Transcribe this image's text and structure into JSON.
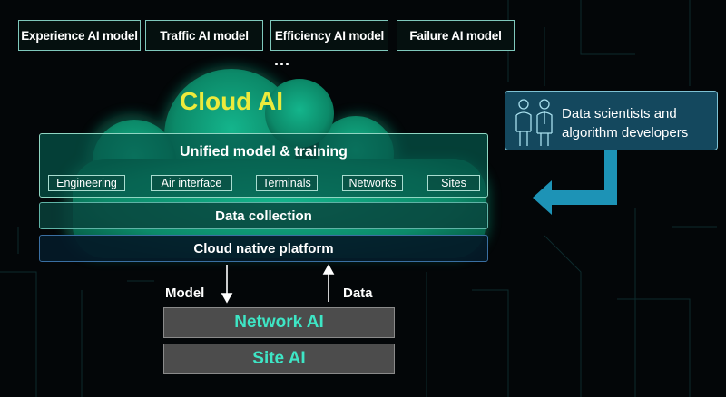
{
  "models": [
    {
      "label": "Experience AI model"
    },
    {
      "label": "Traffic AI model"
    },
    {
      "label": "Efficiency AI model"
    },
    {
      "label": "Failure AI model"
    }
  ],
  "models_more": "...",
  "cloud": {
    "title": "Cloud AI",
    "unified": {
      "title": "Unified model & training",
      "items": [
        {
          "label": "Engineering"
        },
        {
          "label": "Air interface"
        },
        {
          "label": "Terminals"
        },
        {
          "label": "Networks"
        },
        {
          "label": "Sites"
        }
      ]
    },
    "data_collection": "Data collection",
    "platform": "Cloud native platform"
  },
  "flow": {
    "down_label": "Model",
    "up_label": "Data"
  },
  "network_ai": "Network AI",
  "site_ai": "Site AI",
  "people": {
    "line1": "Data scientists and",
    "line2": "algorithm developers",
    "icon": "people-icon"
  },
  "colors": {
    "cloud_green": "#0f9a78",
    "title_yellow": "#ecea3c",
    "accent_teal": "#3ee5c5",
    "arrow_blue": "#1f9bc0"
  }
}
